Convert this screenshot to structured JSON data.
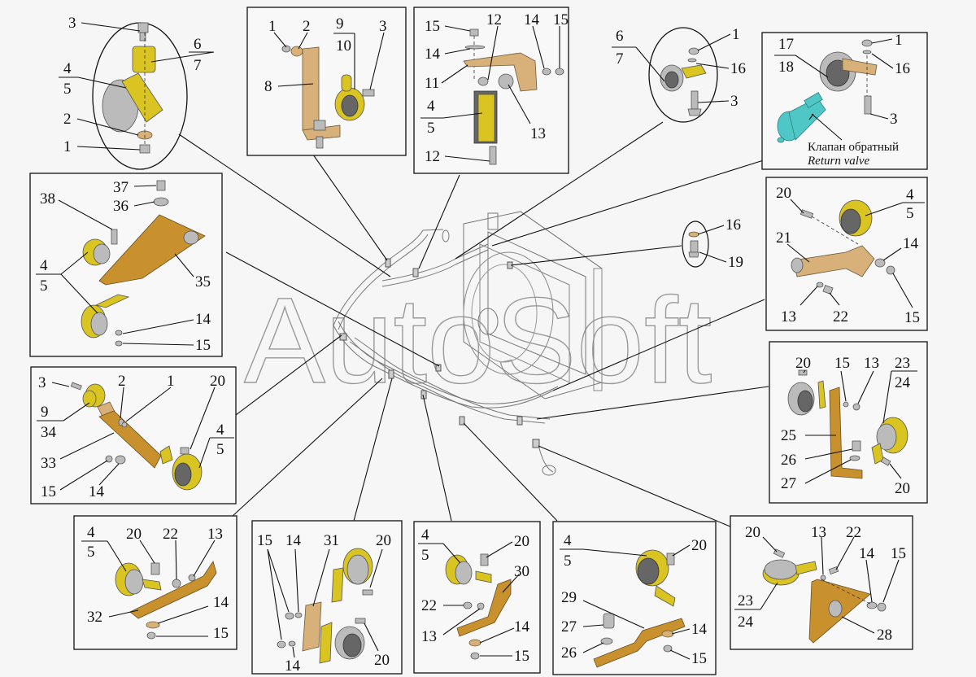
{
  "watermark": "AutoSoft",
  "colors": {
    "rubber_yellow": "#d9c422",
    "bracket_brown": "#c9902e",
    "bracket_tan": "#d8b07a",
    "valve_cyan": "#4fc7c7",
    "background": "#f6f6f6"
  },
  "callouts": {
    "c1": {
      "l1": "3",
      "l2a": "6",
      "l2b": "7",
      "l3a": "4",
      "l3b": "5",
      "l4": "2",
      "l5": "1"
    },
    "p1": {
      "l1": "1",
      "l2": "2",
      "l3a": "9",
      "l3b": "10",
      "l4": "3",
      "l5": "8"
    },
    "p2": {
      "l1": "15",
      "l2": "12",
      "l3": "14",
      "l4": "15",
      "l5": "14",
      "l6": "11",
      "l7a": "4",
      "l7b": "5",
      "l8": "13",
      "l9": "12"
    },
    "c2": {
      "l1a": "6",
      "l1b": "7",
      "l2": "1",
      "l3": "16",
      "l4": "3"
    },
    "p3": {
      "l1a": "17",
      "l1b": "18",
      "l2": "1",
      "l3": "16",
      "l4": "3",
      "valve_ru": "Клапан обратный",
      "valve_en": "Return valve"
    },
    "p4": {
      "l1": "37",
      "l2": "36",
      "l3": "38",
      "l4a": "4",
      "l4b": "5",
      "l5": "35",
      "l6": "14",
      "l7": "15"
    },
    "c3": {
      "l1": "16",
      "l2": "19"
    },
    "p5": {
      "l1": "20",
      "l2a": "4",
      "l2b": "5",
      "l3": "21",
      "l4": "14",
      "l5": "13",
      "l6": "22",
      "l7": "15"
    },
    "p6": {
      "l1": "3",
      "l2": "2",
      "l3": "1",
      "l4": "20",
      "l5a": "9",
      "l5b": "34",
      "l6a": "4",
      "l6b": "5",
      "l7": "33",
      "l8": "15",
      "l9": "14"
    },
    "p7": {
      "l1": "20",
      "l2": "15",
      "l3": "13",
      "l4a": "23",
      "l4b": "24",
      "l5": "25",
      "l6": "26",
      "l7": "27",
      "l8": "20"
    },
    "p8": {
      "l1a": "4",
      "l1b": "5",
      "l2": "20",
      "l3": "22",
      "l4": "13",
      "l5": "32",
      "l6": "14",
      "l7": "15"
    },
    "p9": {
      "l1": "15",
      "l2": "14",
      "l3": "31",
      "l4": "20",
      "l5": "14",
      "l6": "20"
    },
    "p10": {
      "l1a": "4",
      "l1b": "5",
      "l2": "20",
      "l3": "30",
      "l4": "22",
      "l5": "13",
      "l6": "14",
      "l7": "15"
    },
    "p11": {
      "l1a": "4",
      "l1b": "5",
      "l2": "20",
      "l3": "29",
      "l4": "27",
      "l5": "14",
      "l6": "26",
      "l7": "15"
    },
    "p12": {
      "l1": "20",
      "l2": "13",
      "l3": "22",
      "l4": "14",
      "l5": "15",
      "l6a": "23",
      "l6b": "24",
      "l7": "28"
    }
  }
}
